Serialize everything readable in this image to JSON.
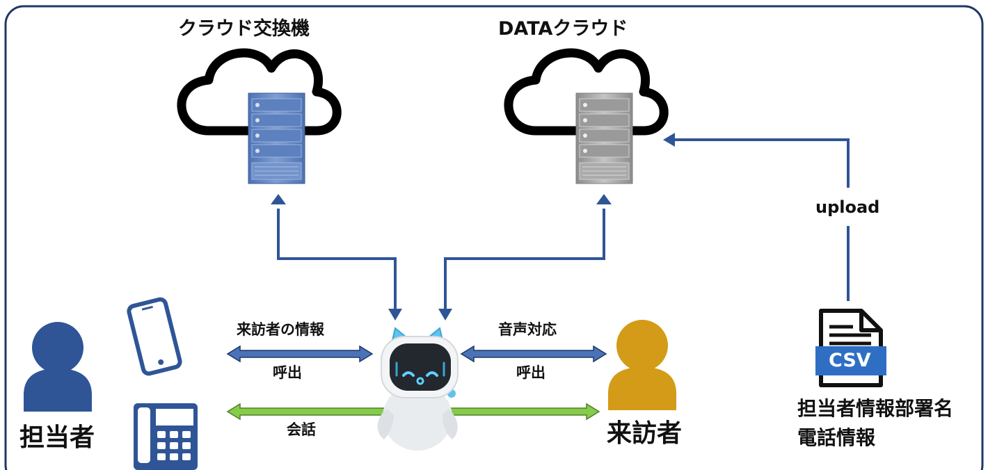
{
  "clouds": {
    "exchange": {
      "title": "クラウド交換機"
    },
    "data": {
      "title": "DATAクラウド"
    }
  },
  "labels": {
    "upload": "upload",
    "visitor_info": "来訪者の情報",
    "call_left": "呼出",
    "voice": "音声対応",
    "call_right": "呼出",
    "conversation": "会話"
  },
  "people": {
    "staff": "担当者",
    "visitor": "来訪者"
  },
  "csv": {
    "badge": "CSV",
    "note_line1": "担当者情報部署名",
    "note_line2": "電話情報"
  },
  "colors": {
    "frame": "#1f3864",
    "arrow_blue": "#2f5597",
    "arrow_green": "#7cc242",
    "staff": "#2f5597",
    "visitor": "#d39b17",
    "server_blue": "#6f8fc6",
    "server_gray": "#a6a6a6",
    "csv_badge": "#2e6fc4"
  },
  "icons": {
    "cloud": "cloud-icon",
    "server": "server-icon",
    "phone": "smartphone-icon",
    "desk_phone": "desk-phone-icon",
    "robot": "robot-icon",
    "person": "person-icon",
    "document": "document-icon"
  }
}
